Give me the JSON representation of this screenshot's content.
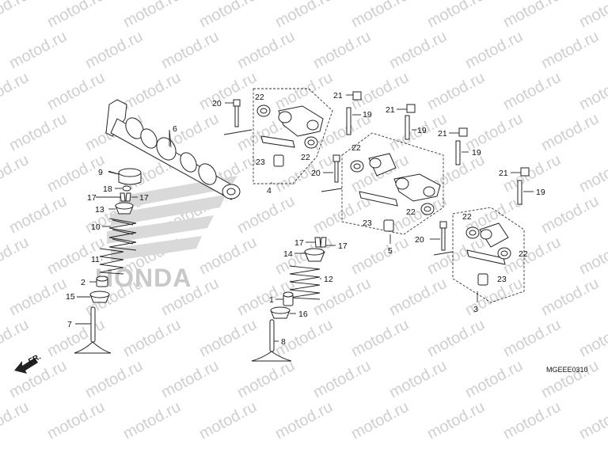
{
  "watermark": {
    "text": "motod.ru"
  },
  "honda_logo": {
    "text": "HONDA"
  },
  "direction": {
    "label": "FR.",
    "icon": "forward-arrow-icon"
  },
  "diagram_code": "MGEEE0310",
  "callouts": {
    "c1": "1",
    "c2": "2",
    "c3": "3",
    "c4": "4",
    "c5": "5",
    "c6": "6",
    "c7": "7",
    "c8": "8",
    "c9": "9",
    "c10": "10",
    "c11": "11",
    "c12": "12",
    "c13": "13",
    "c14": "14",
    "c15": "15",
    "c16": "16",
    "c17": "17",
    "c18": "18",
    "c19": "19",
    "c20": "20",
    "c21": "21",
    "c22": "22",
    "c23": "23"
  }
}
